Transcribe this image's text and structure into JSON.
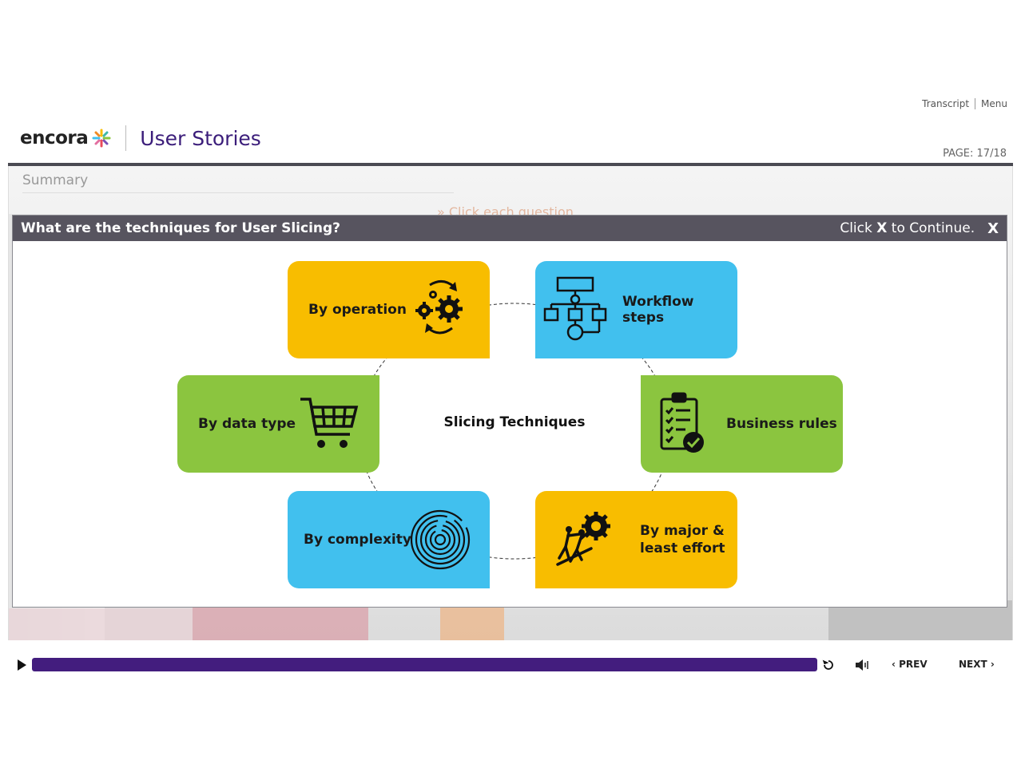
{
  "top_links": {
    "transcript": "Transcript",
    "menu": "Menu"
  },
  "header": {
    "brand": "encora",
    "course_title": "User Stories",
    "page_indicator": "PAGE: 17/18"
  },
  "stage": {
    "section_title": "Summary",
    "hint": "» Click each question"
  },
  "modal": {
    "title": "What are the techniques for User Slicing?",
    "continue_prefix": "Click ",
    "continue_key": "X",
    "continue_suffix": " to Continue.",
    "close_label": "X"
  },
  "diagram": {
    "center": "Slicing Techniques",
    "cards": {
      "by_operation": "By operation",
      "workflow_steps": "Workflow steps",
      "by_data_type": "By data type",
      "business_rules": "Business rules",
      "by_complexity": "By complexity",
      "by_major_effort_1": "By major &",
      "by_major_effort_2": "least effort"
    },
    "colors": {
      "yellow": "#f8bd00",
      "blue": "#41c0ee",
      "green": "#8bc53f"
    }
  },
  "controls": {
    "progress": 1.0,
    "prev_label": "PREV",
    "next_label": "NEXT",
    "accent": "#431d7e"
  }
}
